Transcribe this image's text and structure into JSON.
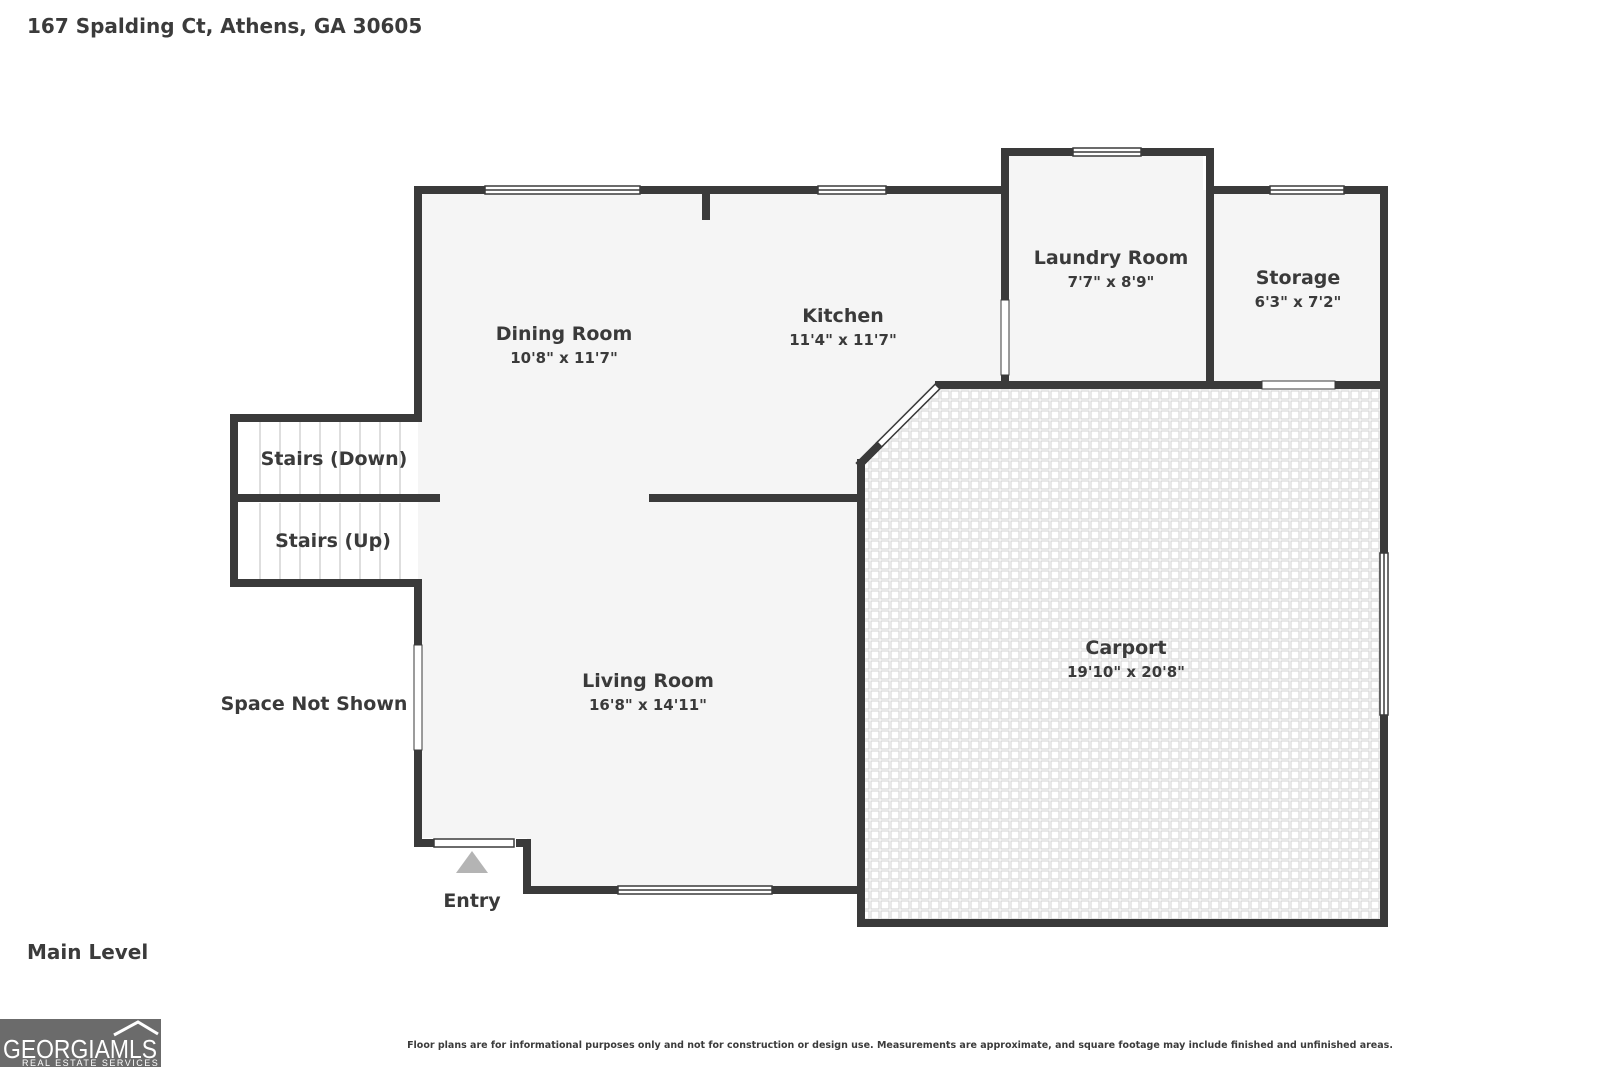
{
  "header": {
    "address": "167 Spalding Ct, Athens, GA 30605"
  },
  "level": "Main Level",
  "rooms": {
    "dining": {
      "name": "Dining Room",
      "dims": "10'8\" x 11'7\""
    },
    "kitchen": {
      "name": "Kitchen",
      "dims": "11'4\" x 11'7\""
    },
    "laundry": {
      "name": "Laundry Room",
      "dims": "7'7\" x 8'9\""
    },
    "storage": {
      "name": "Storage",
      "dims": "6'3\" x 7'2\""
    },
    "living": {
      "name": "Living Room",
      "dims": "16'8\" x 14'11\""
    },
    "carport": {
      "name": "Carport",
      "dims": "19'10\" x 20'8\""
    }
  },
  "stairs": {
    "down": "Stairs (Down)",
    "up": "Stairs (Up)"
  },
  "labels": {
    "space_not_shown": "Space Not Shown",
    "entry": "Entry"
  },
  "logo": {
    "brand": "GEORGIAMLS",
    "sub": "REAL ESTATE SERVICES"
  },
  "disclaimer": "Floor plans are for informational purposes only and not for construction or design use. Measurements are approximate, and square footage may include finished and unfinished areas.",
  "colors": {
    "wall": "#3a3a3a",
    "floor": "#f5f5f5",
    "text": "#3b3b3b",
    "logo_bg": "#6b6b6b"
  }
}
